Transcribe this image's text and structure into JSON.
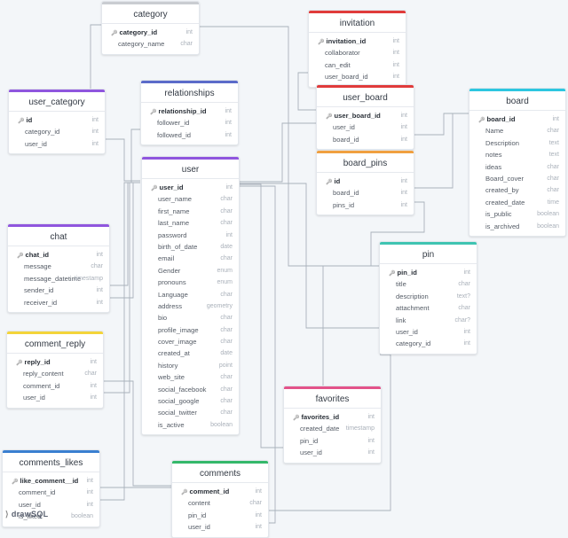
{
  "brand": {
    "name": "drawSQL",
    "icon": "drawsql-logo-icon"
  },
  "tables": [
    {
      "id": "category",
      "title": "category",
      "color": "#c9ccd1",
      "cols": [
        {
          "n": "category_id",
          "t": "int",
          "pk": true
        },
        {
          "n": "category_name",
          "t": "char"
        }
      ]
    },
    {
      "id": "invitation",
      "title": "invitation",
      "color": "#e03b3b",
      "cols": [
        {
          "n": "invitation_id",
          "t": "int",
          "pk": true
        },
        {
          "n": "collaborator",
          "t": "int"
        },
        {
          "n": "can_edit",
          "t": "int"
        },
        {
          "n": "user_board_id",
          "t": "int"
        }
      ]
    },
    {
      "id": "user_category",
      "title": "user_category",
      "color": "#8f56de",
      "cols": [
        {
          "n": "id",
          "t": "int",
          "pk": true
        },
        {
          "n": "category_id",
          "t": "int"
        },
        {
          "n": "user_id",
          "t": "int"
        }
      ]
    },
    {
      "id": "relationships",
      "title": "relationships",
      "color": "#5b6bc9",
      "cols": [
        {
          "n": "relationship_id",
          "t": "int",
          "pk": true
        },
        {
          "n": "follower_id",
          "t": "int"
        },
        {
          "n": "followed_id",
          "t": "int"
        }
      ]
    },
    {
      "id": "user_board",
      "title": "user_board",
      "color": "#e03b3b",
      "cols": [
        {
          "n": "user_board_id",
          "t": "int",
          "pk": true
        },
        {
          "n": "user_id",
          "t": "int"
        },
        {
          "n": "board_id",
          "t": "int"
        }
      ]
    },
    {
      "id": "board",
      "title": "board",
      "color": "#2dc6e0",
      "cols": [
        {
          "n": "board_id",
          "t": "int",
          "pk": true
        },
        {
          "n": "Name",
          "t": "char"
        },
        {
          "n": "Description",
          "t": "text"
        },
        {
          "n": "notes",
          "t": "text"
        },
        {
          "n": "ideas",
          "t": "char"
        },
        {
          "n": "Board_cover",
          "t": "char"
        },
        {
          "n": "created_by",
          "t": "char"
        },
        {
          "n": "created_date",
          "t": "time"
        },
        {
          "n": "is_public",
          "t": "boolean"
        },
        {
          "n": "is_archived",
          "t": "boolean"
        }
      ]
    },
    {
      "id": "board_pins",
      "title": "board_pins",
      "color": "#f0a040",
      "cols": [
        {
          "n": "id",
          "t": "int",
          "pk": true
        },
        {
          "n": "board_id",
          "t": "int"
        },
        {
          "n": "pins_id",
          "t": "int"
        }
      ]
    },
    {
      "id": "user",
      "title": "user",
      "color": "#8f56de",
      "cols": [
        {
          "n": "user_id",
          "t": "int",
          "pk": true
        },
        {
          "n": "user_name",
          "t": "char"
        },
        {
          "n": "first_name",
          "t": "char"
        },
        {
          "n": "last_name",
          "t": "char"
        },
        {
          "n": "password",
          "t": "int"
        },
        {
          "n": "birth_of_date",
          "t": "date"
        },
        {
          "n": "email",
          "t": "char"
        },
        {
          "n": "Gender",
          "t": "enum"
        },
        {
          "n": "pronouns",
          "t": "enum"
        },
        {
          "n": "Language",
          "t": "char"
        },
        {
          "n": "address",
          "t": "geometry"
        },
        {
          "n": "bio",
          "t": "char"
        },
        {
          "n": "profile_image",
          "t": "char"
        },
        {
          "n": "cover_image",
          "t": "char"
        },
        {
          "n": "created_at",
          "t": "date"
        },
        {
          "n": "history",
          "t": "point"
        },
        {
          "n": "web_site",
          "t": "char"
        },
        {
          "n": "social_facebook",
          "t": "char"
        },
        {
          "n": "social_google",
          "t": "char"
        },
        {
          "n": "social_twitter",
          "t": "char"
        },
        {
          "n": "is_active",
          "t": "boolean"
        }
      ]
    },
    {
      "id": "chat",
      "title": "chat",
      "color": "#8f56de",
      "cols": [
        {
          "n": "chat_id",
          "t": "int",
          "pk": true
        },
        {
          "n": "message",
          "t": "char"
        },
        {
          "n": "message_datetime",
          "t": "timestamp"
        },
        {
          "n": "sender_id",
          "t": "int"
        },
        {
          "n": "receiver_id",
          "t": "int"
        }
      ]
    },
    {
      "id": "pin",
      "title": "pin",
      "color": "#3fc4b2",
      "cols": [
        {
          "n": "pin_id",
          "t": "int",
          "pk": true
        },
        {
          "n": "title",
          "t": "char"
        },
        {
          "n": "description",
          "t": "text?"
        },
        {
          "n": "attachment",
          "t": "char"
        },
        {
          "n": "link",
          "t": "char?"
        },
        {
          "n": "user_id",
          "t": "int"
        },
        {
          "n": "category_id",
          "t": "int"
        }
      ]
    },
    {
      "id": "comment_reply",
      "title": "comment_reply",
      "color": "#f3d43a",
      "cols": [
        {
          "n": "reply_id",
          "t": "int",
          "pk": true
        },
        {
          "n": "reply_content",
          "t": "char"
        },
        {
          "n": "comment_id",
          "t": "int"
        },
        {
          "n": "user_id",
          "t": "int"
        }
      ]
    },
    {
      "id": "favorites",
      "title": "favorites",
      "color": "#e3538a",
      "cols": [
        {
          "n": "favorites_id",
          "t": "int",
          "pk": true
        },
        {
          "n": "created_date",
          "t": "timestamp"
        },
        {
          "n": "pin_id",
          "t": "int"
        },
        {
          "n": "user_id",
          "t": "int"
        }
      ]
    },
    {
      "id": "comments_likes",
      "title": "comments_likes",
      "color": "#3a7fd0",
      "cols": [
        {
          "n": "like_comment__id",
          "t": "int",
          "pk": true
        },
        {
          "n": "comment_id",
          "t": "int"
        },
        {
          "n": "user_id",
          "t": "int"
        },
        {
          "n": "is_liked",
          "t": "boolean"
        }
      ]
    },
    {
      "id": "comments",
      "title": "comments",
      "color": "#34b86a",
      "cols": [
        {
          "n": "comment_id",
          "t": "int",
          "pk": true
        },
        {
          "n": "content",
          "t": "char"
        },
        {
          "n": "pin_id",
          "t": "int"
        },
        {
          "n": "user_id",
          "t": "int"
        }
      ]
    }
  ]
}
